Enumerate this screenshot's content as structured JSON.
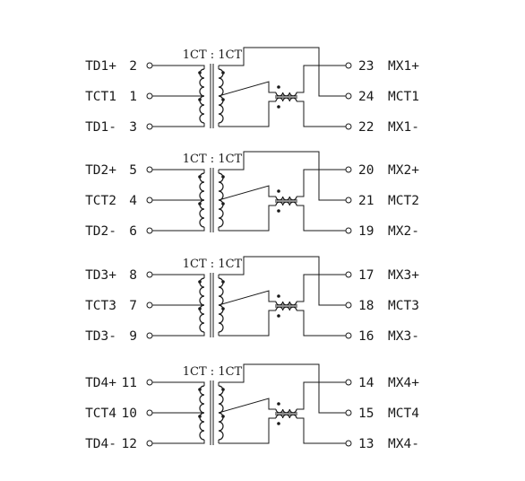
{
  "channels": [
    {
      "ratio": "1CT : 1CT",
      "left": [
        {
          "name": "TD1+",
          "pin": "2"
        },
        {
          "name": "TCT1",
          "pin": "1"
        },
        {
          "name": "TD1-",
          "pin": "3"
        }
      ],
      "right": [
        {
          "pin": "23",
          "name": "MX1+"
        },
        {
          "pin": "24",
          "name": "MCT1"
        },
        {
          "pin": "22",
          "name": "MX1-"
        }
      ]
    },
    {
      "ratio": "1CT : 1CT",
      "left": [
        {
          "name": "TD2+",
          "pin": "5"
        },
        {
          "name": "TCT2",
          "pin": "4"
        },
        {
          "name": "TD2-",
          "pin": "6"
        }
      ],
      "right": [
        {
          "pin": "20",
          "name": "MX2+"
        },
        {
          "pin": "21",
          "name": "MCT2"
        },
        {
          "pin": "19",
          "name": "MX2-"
        }
      ]
    },
    {
      "ratio": "1CT : 1CT",
      "left": [
        {
          "name": "TD3+",
          "pin": "8"
        },
        {
          "name": "TCT3",
          "pin": "7"
        },
        {
          "name": "TD3-",
          "pin": "9"
        }
      ],
      "right": [
        {
          "pin": "17",
          "name": "MX3+"
        },
        {
          "pin": "18",
          "name": "MCT3"
        },
        {
          "pin": "16",
          "name": "MX3-"
        }
      ]
    },
    {
      "ratio": "1CT : 1CT",
      "left": [
        {
          "name": "TD4+",
          "pin": "11"
        },
        {
          "name": "TCT4",
          "pin": "10"
        },
        {
          "name": "TD4-",
          "pin": "12"
        }
      ],
      "right": [
        {
          "pin": "14",
          "name": "MX4+"
        },
        {
          "pin": "15",
          "name": "MCT4"
        },
        {
          "pin": "13",
          "name": "MX4-"
        }
      ]
    }
  ]
}
